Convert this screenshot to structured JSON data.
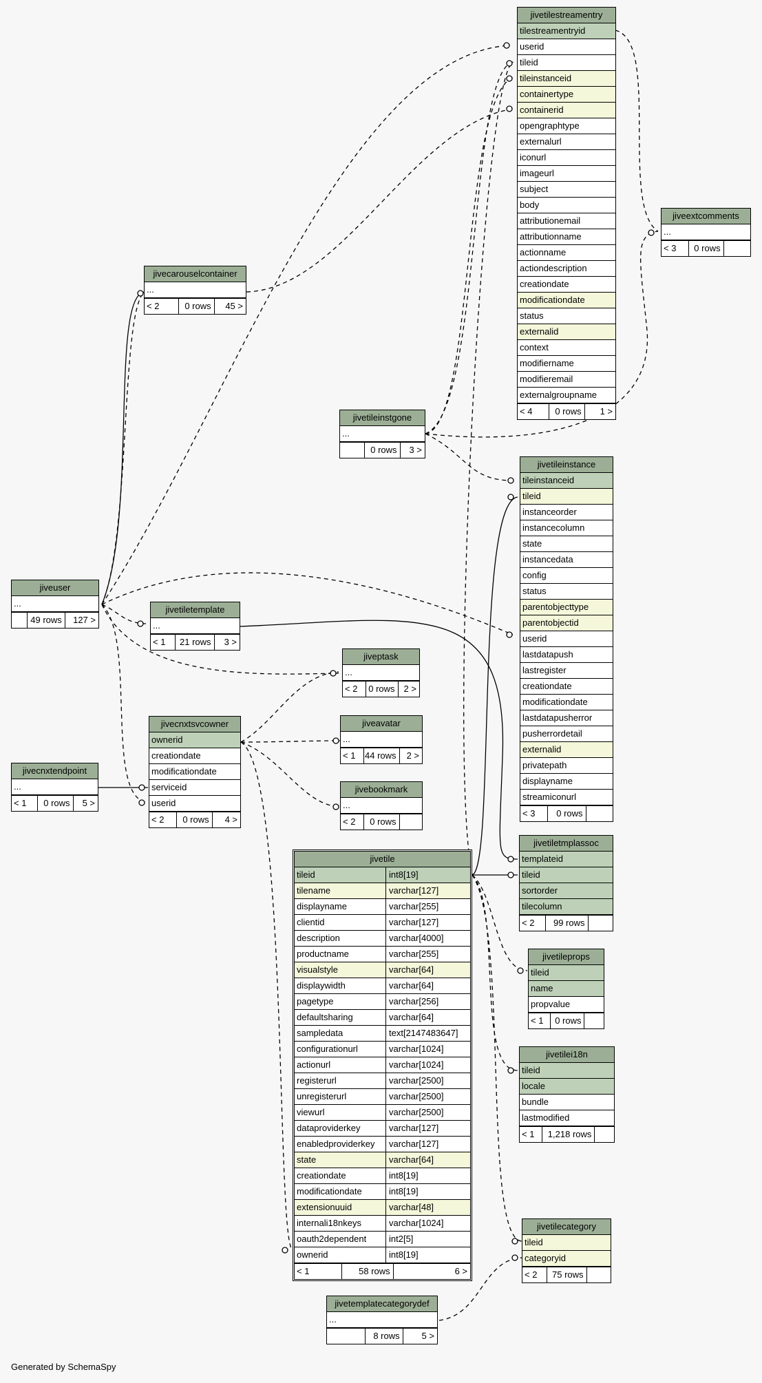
{
  "footer": "Generated by SchemaSpy",
  "colors": {
    "header": "#9caf96",
    "primary_key": "#bed1b8",
    "indexed": "#f4f7da",
    "background": "#f7f7f7"
  },
  "tables": {
    "jivetilestreamentry": {
      "name": "jivetilestreamentry",
      "columns": [
        {
          "name": "tilestreamentryid",
          "kind": "pk"
        },
        {
          "name": "userid",
          "kind": ""
        },
        {
          "name": "tileid",
          "kind": ""
        },
        {
          "name": "tileinstanceid",
          "kind": "idx"
        },
        {
          "name": "containertype",
          "kind": "idx"
        },
        {
          "name": "containerid",
          "kind": "idx"
        },
        {
          "name": "opengraphtype",
          "kind": ""
        },
        {
          "name": "externalurl",
          "kind": ""
        },
        {
          "name": "iconurl",
          "kind": ""
        },
        {
          "name": "imageurl",
          "kind": ""
        },
        {
          "name": "subject",
          "kind": ""
        },
        {
          "name": "body",
          "kind": ""
        },
        {
          "name": "attributionemail",
          "kind": ""
        },
        {
          "name": "attributionname",
          "kind": ""
        },
        {
          "name": "actionname",
          "kind": ""
        },
        {
          "name": "actiondescription",
          "kind": ""
        },
        {
          "name": "creationdate",
          "kind": ""
        },
        {
          "name": "modificationdate",
          "kind": "idx"
        },
        {
          "name": "status",
          "kind": ""
        },
        {
          "name": "externalid",
          "kind": "idx"
        },
        {
          "name": "context",
          "kind": ""
        },
        {
          "name": "modifiername",
          "kind": ""
        },
        {
          "name": "modifieremail",
          "kind": ""
        },
        {
          "name": "externalgroupname",
          "kind": ""
        }
      ],
      "footer": [
        "< 4",
        "0 rows",
        "1 >"
      ]
    },
    "jiveextcomments": {
      "name": "jiveextcomments",
      "columns": [
        {
          "name": "...",
          "kind": ""
        }
      ],
      "footer": [
        "< 3",
        "0 rows",
        ""
      ]
    },
    "jivecarouselcontainer": {
      "name": "jivecarouselcontainer",
      "columns": [
        {
          "name": "...",
          "kind": ""
        }
      ],
      "footer": [
        "< 2",
        "0 rows",
        "45 >"
      ]
    },
    "jivetileinstgone": {
      "name": "jivetileinstgone",
      "columns": [
        {
          "name": "...",
          "kind": ""
        }
      ],
      "footer": [
        "",
        "0 rows",
        "3 >"
      ]
    },
    "jivetileinstance": {
      "name": "jivetileinstance",
      "columns": [
        {
          "name": "tileinstanceid",
          "kind": "pk"
        },
        {
          "name": "tileid",
          "kind": "idx"
        },
        {
          "name": "instanceorder",
          "kind": ""
        },
        {
          "name": "instancecolumn",
          "kind": ""
        },
        {
          "name": "state",
          "kind": ""
        },
        {
          "name": "instancedata",
          "kind": ""
        },
        {
          "name": "config",
          "kind": ""
        },
        {
          "name": "status",
          "kind": ""
        },
        {
          "name": "parentobjecttype",
          "kind": "idx"
        },
        {
          "name": "parentobjectid",
          "kind": "idx"
        },
        {
          "name": "userid",
          "kind": ""
        },
        {
          "name": "lastdatapush",
          "kind": ""
        },
        {
          "name": "lastregister",
          "kind": ""
        },
        {
          "name": "creationdate",
          "kind": ""
        },
        {
          "name": "modificationdate",
          "kind": ""
        },
        {
          "name": "lastdatapusherror",
          "kind": ""
        },
        {
          "name": "pusherrordetail",
          "kind": ""
        },
        {
          "name": "externalid",
          "kind": "idx"
        },
        {
          "name": "privatepath",
          "kind": ""
        },
        {
          "name": "displayname",
          "kind": ""
        },
        {
          "name": "streamiconurl",
          "kind": ""
        }
      ],
      "footer": [
        "< 3",
        "0 rows",
        ""
      ]
    },
    "jiveuser": {
      "name": "jiveuser",
      "columns": [
        {
          "name": "...",
          "kind": ""
        }
      ],
      "footer": [
        "",
        "49 rows",
        "127 >"
      ]
    },
    "jivetiletemplate": {
      "name": "jivetiletemplate",
      "columns": [
        {
          "name": "...",
          "kind": ""
        }
      ],
      "footer": [
        "< 1",
        "21 rows",
        "3 >"
      ]
    },
    "jiveptask": {
      "name": "jiveptask",
      "columns": [
        {
          "name": "...",
          "kind": ""
        }
      ],
      "footer": [
        "< 2",
        "0 rows",
        "2 >"
      ]
    },
    "jivecnxtsvcowner": {
      "name": "jivecnxtsvcowner",
      "columns": [
        {
          "name": "ownerid",
          "kind": "pk"
        },
        {
          "name": "creationdate",
          "kind": ""
        },
        {
          "name": "modificationdate",
          "kind": ""
        },
        {
          "name": "serviceid",
          "kind": ""
        },
        {
          "name": "userid",
          "kind": ""
        }
      ],
      "footer": [
        "< 2",
        "0 rows",
        "4 >"
      ]
    },
    "jiveavatar": {
      "name": "jiveavatar",
      "columns": [
        {
          "name": "...",
          "kind": ""
        }
      ],
      "footer": [
        "< 1",
        "44 rows",
        "2 >"
      ]
    },
    "jivecnxtendpoint": {
      "name": "jivecnxtendpoint",
      "columns": [
        {
          "name": "...",
          "kind": ""
        }
      ],
      "footer": [
        "< 1",
        "0 rows",
        "5 >"
      ]
    },
    "jivebookmark": {
      "name": "jivebookmark",
      "columns": [
        {
          "name": "...",
          "kind": ""
        }
      ],
      "footer": [
        "< 2",
        "0 rows",
        ""
      ]
    },
    "jivetile": {
      "name": "jivetile",
      "columns": [
        {
          "name": "tileid",
          "type": "int8[19]",
          "kind": "pk"
        },
        {
          "name": "tilename",
          "type": "varchar[127]",
          "kind": "idx"
        },
        {
          "name": "displayname",
          "type": "varchar[255]",
          "kind": ""
        },
        {
          "name": "clientid",
          "type": "varchar[127]",
          "kind": ""
        },
        {
          "name": "description",
          "type": "varchar[4000]",
          "kind": ""
        },
        {
          "name": "productname",
          "type": "varchar[255]",
          "kind": ""
        },
        {
          "name": "visualstyle",
          "type": "varchar[64]",
          "kind": "idx"
        },
        {
          "name": "displaywidth",
          "type": "varchar[64]",
          "kind": ""
        },
        {
          "name": "pagetype",
          "type": "varchar[256]",
          "kind": ""
        },
        {
          "name": "defaultsharing",
          "type": "varchar[64]",
          "kind": ""
        },
        {
          "name": "sampledata",
          "type": "text[2147483647]",
          "kind": ""
        },
        {
          "name": "configurationurl",
          "type": "varchar[1024]",
          "kind": ""
        },
        {
          "name": "actionurl",
          "type": "varchar[1024]",
          "kind": ""
        },
        {
          "name": "registerurl",
          "type": "varchar[2500]",
          "kind": ""
        },
        {
          "name": "unregisterurl",
          "type": "varchar[2500]",
          "kind": ""
        },
        {
          "name": "viewurl",
          "type": "varchar[2500]",
          "kind": ""
        },
        {
          "name": "dataproviderkey",
          "type": "varchar[127]",
          "kind": ""
        },
        {
          "name": "enabledproviderkey",
          "type": "varchar[127]",
          "kind": ""
        },
        {
          "name": "state",
          "type": "varchar[64]",
          "kind": "idx"
        },
        {
          "name": "creationdate",
          "type": "int8[19]",
          "kind": ""
        },
        {
          "name": "modificationdate",
          "type": "int8[19]",
          "kind": ""
        },
        {
          "name": "extensionuuid",
          "type": "varchar[48]",
          "kind": "idx"
        },
        {
          "name": "internali18nkeys",
          "type": "varchar[1024]",
          "kind": ""
        },
        {
          "name": "oauth2dependent",
          "type": "int2[5]",
          "kind": ""
        },
        {
          "name": "ownerid",
          "type": "int8[19]",
          "kind": ""
        }
      ],
      "footer": [
        "< 1",
        "58 rows",
        "6 >"
      ]
    },
    "jivetiletmplassoc": {
      "name": "jivetiletmplassoc",
      "columns": [
        {
          "name": "templateid",
          "kind": "pk"
        },
        {
          "name": "tileid",
          "kind": "pk"
        },
        {
          "name": "sortorder",
          "kind": "pk"
        },
        {
          "name": "tilecolumn",
          "kind": "pk"
        }
      ],
      "footer": [
        "< 2",
        "99 rows",
        ""
      ]
    },
    "jivetileprops": {
      "name": "jivetileprops",
      "columns": [
        {
          "name": "tileid",
          "kind": "pk"
        },
        {
          "name": "name",
          "kind": "pk"
        },
        {
          "name": "propvalue",
          "kind": ""
        }
      ],
      "footer": [
        "< 1",
        "0 rows",
        ""
      ]
    },
    "jivetilei18n": {
      "name": "jivetilei18n",
      "columns": [
        {
          "name": "tileid",
          "kind": "pk"
        },
        {
          "name": "locale",
          "kind": "pk"
        },
        {
          "name": "bundle",
          "kind": ""
        },
        {
          "name": "lastmodified",
          "kind": ""
        }
      ],
      "footer": [
        "< 1",
        "1,218 rows",
        ""
      ]
    },
    "jivetilecategory": {
      "name": "jivetilecategory",
      "columns": [
        {
          "name": "tileid",
          "kind": "idx"
        },
        {
          "name": "categoryid",
          "kind": "idx"
        }
      ],
      "footer": [
        "< 2",
        "75 rows",
        ""
      ]
    },
    "jivetemplatecategorydef": {
      "name": "jivetemplatecategorydef",
      "columns": [
        {
          "name": "...",
          "kind": ""
        }
      ],
      "footer": [
        "",
        "8 rows",
        "5 >"
      ]
    }
  }
}
